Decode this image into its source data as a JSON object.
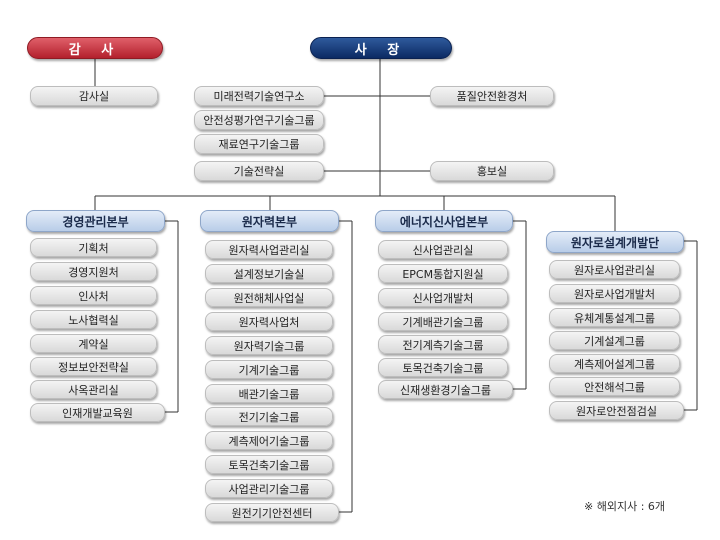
{
  "top": {
    "auditor": "감 사",
    "president": "사 장"
  },
  "audit_office": "감사실",
  "president_units": {
    "left": [
      "미래전력기술연구소",
      "안전성평가연구기술그룹",
      "재료연구기술그룹"
    ],
    "quality": "품질안전환경처",
    "strategy": "기술전략실",
    "pr": "홍보실"
  },
  "divisions": [
    {
      "title": "경영관리본부",
      "units": [
        "기획처",
        "경영지원처",
        "인사처",
        "노사협력실",
        "계약실",
        "정보보안전략실",
        "사옥관리실",
        "인재개발교육원"
      ]
    },
    {
      "title": "원자력본부",
      "units": [
        "원자력사업관리실",
        "설계정보기술실",
        "원전해체사업실",
        "원자력사업처",
        "원자력기술그룹",
        "기계기술그룹",
        "배관기술그룹",
        "전기기술그룹",
        "계측제어기술그룹",
        "토목건축기술그룹",
        "사업관리기술그룹",
        "원전기기안전센터"
      ]
    },
    {
      "title": "에너지신사업본부",
      "units": [
        "신사업관리실",
        "EPCM통합지원실",
        "신사업개발처",
        "기계배관기술그룹",
        "전기계측기술그룹",
        "토목건축기술그룹",
        "신재생환경기술그룹"
      ]
    },
    {
      "title": "원자로설계개발단",
      "units": [
        "원자로사업관리실",
        "원자로사업개발처",
        "유체계통설계그룹",
        "기계설계그룹",
        "계측제어설계그룹",
        "안전해석그룹",
        "원자로안전점검실"
      ]
    }
  ],
  "note": "※ 해외지사 : 6개"
}
